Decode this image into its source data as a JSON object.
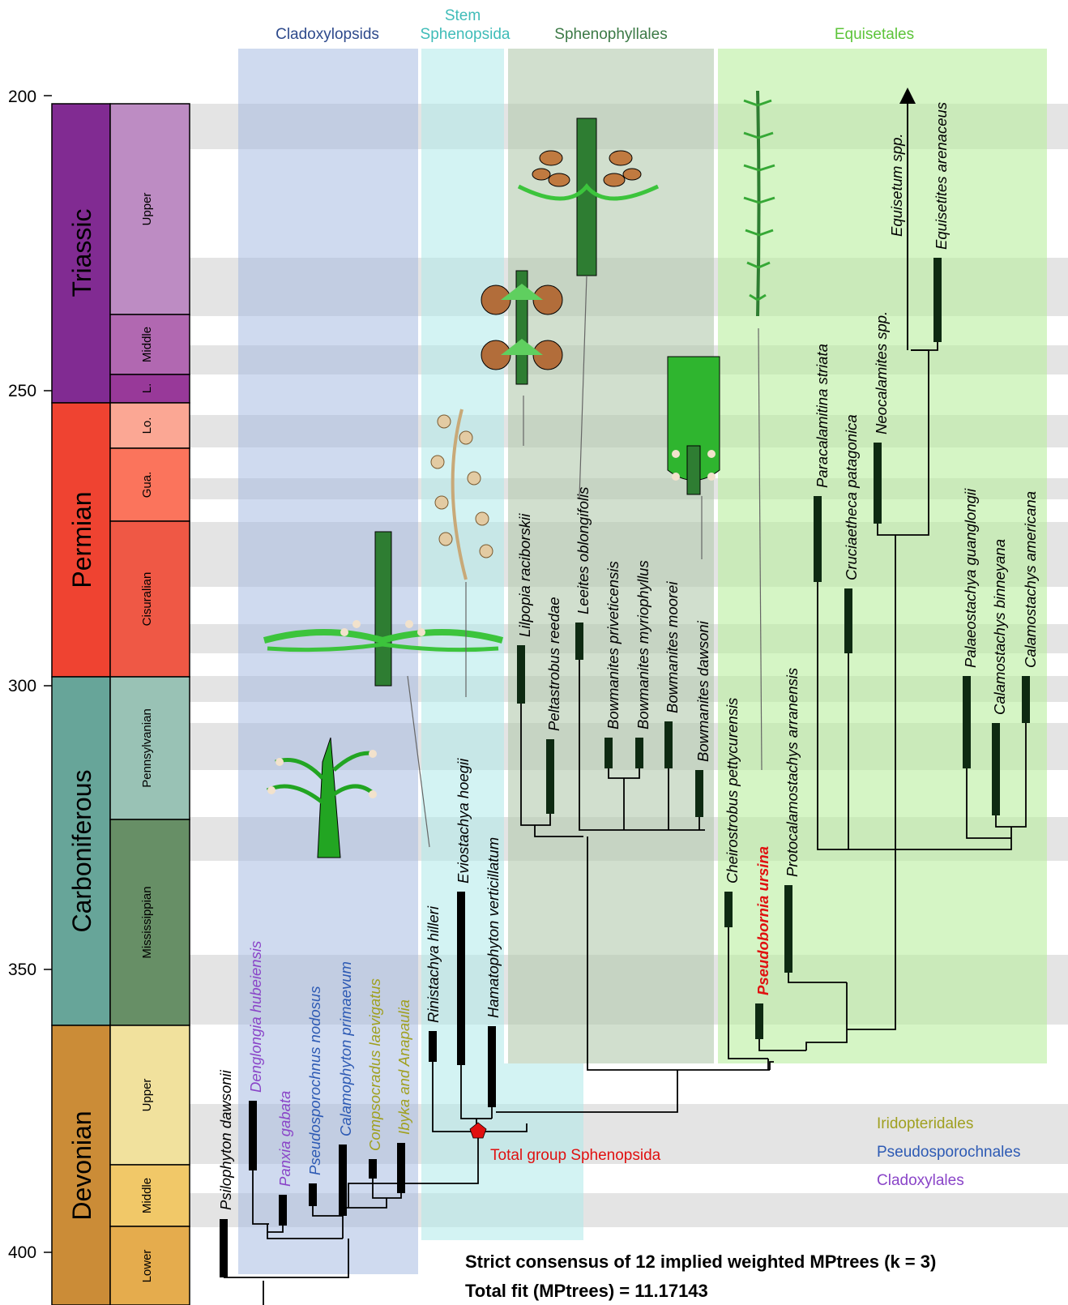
{
  "groups": {
    "cladoxylopsids": "Cladoxylopsids",
    "stem_line1": "Stem",
    "stem_line2": "Sphenopsida",
    "sphenophyllales": "Sphenophyllales",
    "equisetales": "Equisetales"
  },
  "scale": {
    "t200": "200",
    "t250": "250",
    "t300": "300",
    "t350": "350",
    "t400": "400"
  },
  "periods": {
    "triassic": "Triassic",
    "permian": "Permian",
    "carboniferous": "Carboniferous",
    "devonian": "Devonian"
  },
  "epochs": {
    "tri_upper": "Upper",
    "tri_middle": "Middle",
    "tri_lower": "L.",
    "per_lopingian": "Lo.",
    "per_guadalupian": "Gua.",
    "per_cisuralian": "Cisuralian",
    "carb_penn": "Pennsylvanian",
    "carb_miss": "Mississippian",
    "dev_upper": "Upper",
    "dev_middle": "Middle",
    "dev_lower": "Lower"
  },
  "colors": {
    "cladoxylopsids": "#2e4a8c",
    "stem": "#3fbcb8",
    "sphenophyllales": "#3c7a46",
    "equisetales": "#5dc43a",
    "cladoxylales": "#8a45c8",
    "pseudosporochnales": "#2d5ab4",
    "iridopteridales": "#a0a020",
    "highlight": "#e01010",
    "triassic": "#812b92",
    "permian": "#ef4331",
    "carboniferous": "#67a599",
    "devonian": "#cb8c37"
  },
  "taxa": {
    "psilophyton": "Psilophyton dawsonii",
    "denglongia": "Denglongia hubeiensis",
    "panxia": "Panxia gabata",
    "pseudosporochnus": "Pseudosporochnus nodosus",
    "calamophyton": "Calamophyton primaevum",
    "compsocradus": "Compsocradus laevigatus",
    "ibyka": "Ibyka and Anapaulia",
    "rinistachya": "Rinistachya hilleri",
    "eviostachya": "Eviostachya hoegii",
    "hamatophyton": "Hamatophyton verticillatum",
    "lilpopia": "Lilpopia raciborskii",
    "peltastrobus": "Peltastrobus reedae",
    "leeites": "Leeites oblongifolis",
    "bow_privet": "Bowmanites priveticensis",
    "bow_myrio": "Bowmanites myriophyllus",
    "bow_moorei": "Bowmanites moorei",
    "bow_dawsoni": "Bowmanites dawsoni",
    "cheirostrobus": "Cheirostrobus pettycurensis",
    "pseudobornia": "Pseudobornia ursina",
    "protocalamo": "Protocalamostachys arranensis",
    "paracalamitina": "Paracalamitina striata",
    "cruciaetheca": "Cruciaetheca patagonica",
    "neocalamites": "Neocalamites spp.",
    "equisetum": "Equisetum spp.",
    "equisetites": "Equisetites arenaceus",
    "palaeostachya": "Palaeostachya guanglongii",
    "calamostachys_b": "Calamostachys binneyana",
    "calamostachys_a": "Calamostachys americana"
  },
  "legend": {
    "iridopteridales": "Iridopteridales",
    "pseudosporochnales": "Pseudosporochnales",
    "cladoxylales": "Cladoxylales"
  },
  "node_label": "Total group Sphenopsida",
  "caption": {
    "line1": "Strict consensus of 12 implied weighted MPtrees (k = 3)",
    "line2": "Total fit (MPtrees) = 11.17143"
  }
}
